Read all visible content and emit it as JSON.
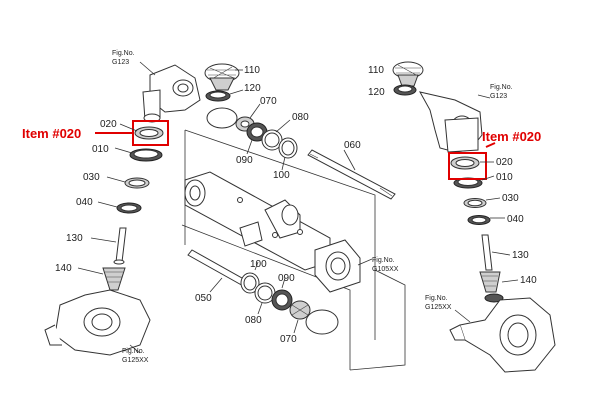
{
  "callout_color": "#e00000",
  "callouts": {
    "left": "Item #020",
    "right": "Item #020"
  },
  "figure_refs": {
    "g123_left": {
      "top": "Fig.No.",
      "bottom": "G123"
    },
    "g123_right": {
      "top": "Fig.No.",
      "bottom": "G123"
    },
    "g105": {
      "top": "Fig.No.",
      "bottom": "G105XX"
    },
    "g125_left": {
      "top": "Fig.No.",
      "bottom": "G125XX"
    },
    "g125_right": {
      "top": "Fig.No.",
      "bottom": "G125XX"
    }
  },
  "part_labels": {
    "left_020": "020",
    "left_010": "010",
    "left_030": "030",
    "left_040": "040",
    "left_130": "130",
    "left_140": "140",
    "top_110": "110",
    "top_120": "120",
    "top_070": "070",
    "top_080": "080",
    "top_090": "090",
    "top_100": "100",
    "top_060": "060",
    "bot_050": "050",
    "bot_100": "100",
    "bot_090": "090",
    "bot_080": "080",
    "bot_070": "070",
    "right_110": "110",
    "right_120": "120",
    "right_020": "020",
    "right_010": "010",
    "right_030": "030",
    "right_040": "040",
    "right_130": "130",
    "right_140": "140"
  },
  "icons": [
    "gear-icon",
    "bearing-icon",
    "seal-ring-icon",
    "shaft-icon",
    "housing-icon",
    "knuckle-icon"
  ]
}
